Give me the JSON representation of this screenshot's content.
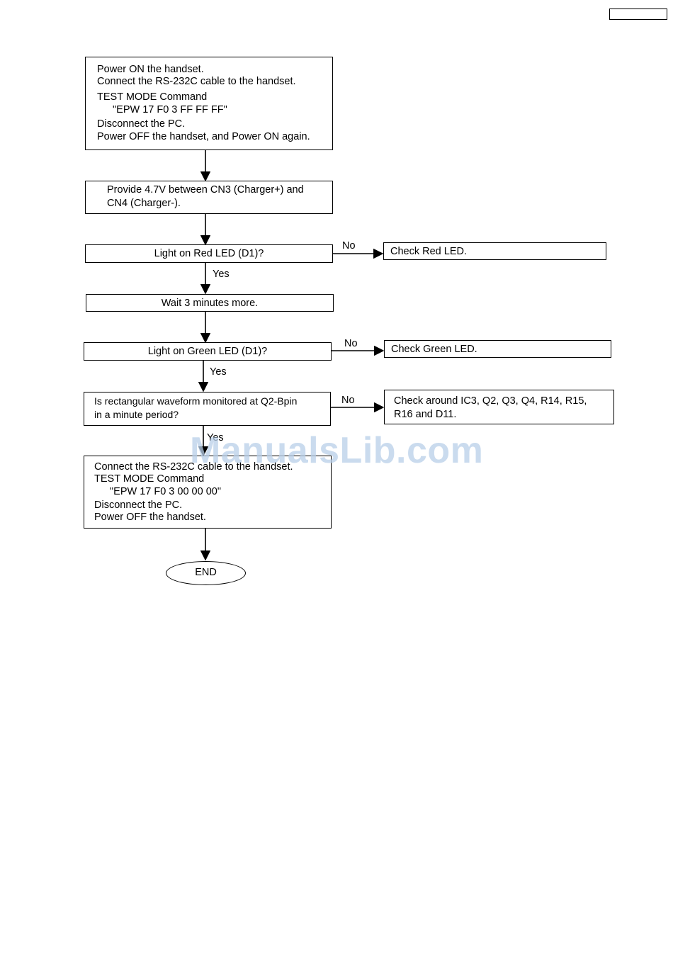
{
  "steps": {
    "step1": {
      "lines": [
        "Power ON the handset.",
        "Connect the RS-232C cable to the handset.",
        "TEST MODE Command",
        "\"EPW 17 F0 3 FF FF FF\"",
        "Disconnect the PC.",
        "Power OFF the handset, and Power ON again."
      ]
    },
    "step2": {
      "lines": [
        "Provide 4.7V between CN3 (Charger+) and",
        "CN4 (Charger-)."
      ]
    },
    "decision1": {
      "text": "Light on Red LED (D1)?"
    },
    "check_red": {
      "text": "Check Red LED."
    },
    "step3": {
      "text": "Wait 3 minutes more."
    },
    "decision2": {
      "text": "Light on Green LED (D1)?"
    },
    "check_green": {
      "text": "Check Green LED."
    },
    "decision3": {
      "lines": [
        "Is rectangular waveform monitored at Q2-Bpin",
        "in a minute period?"
      ]
    },
    "check_around": {
      "lines": [
        "Check around IC3, Q2, Q3, Q4, R14, R15,",
        "R16 and D11."
      ]
    },
    "step4": {
      "lines": [
        "Connect the RS-232C cable to the handset.",
        "TEST MODE Command",
        "\"EPW 17 F0 3 00 00 00\"",
        "Disconnect the PC.",
        "Power OFF the handset."
      ]
    },
    "end": {
      "text": "END"
    }
  },
  "labels": {
    "yes": "Yes",
    "no": "No"
  },
  "watermark": "ManualsLib.com"
}
